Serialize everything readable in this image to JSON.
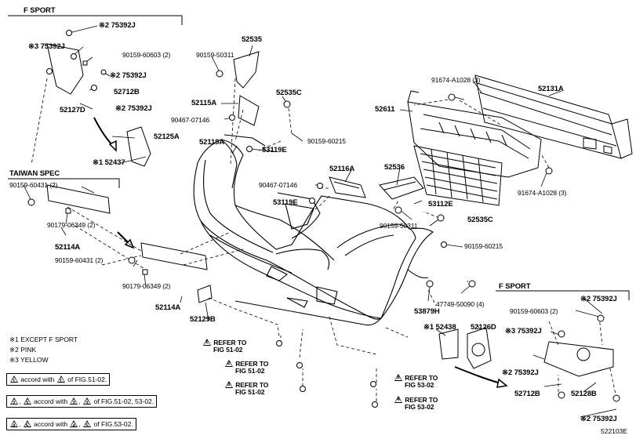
{
  "diagram_code": "522103E",
  "group_labels": {
    "fsport_top": "F SPORT",
    "taiwan": "TAIWAN SPEC",
    "fsport_bottom": "F SPORT"
  },
  "parts": {
    "p75392j_a": "※2 75392J",
    "p75392j_b": "※3 75392J",
    "p90159_60603_a": "90159-60603 (2)",
    "p75392j_c": "※2 75392J",
    "p52712b_a": "52712B",
    "p75392j_d": "※2 75392J",
    "p52127d": "52127D",
    "p52125a": "52125A",
    "p52437": "※1 52437",
    "p52535": "52535",
    "p90159_50311_a": "90159-50311",
    "p52115a": "52115A",
    "p90467_07146_a": "90467-07146",
    "p52535c_a": "52535C",
    "p53119e_a": "53119E",
    "p90159_60215_a": "90159-60215",
    "p52119a": "52119A",
    "p91674_a": "91674-A1028 (3)",
    "p52131a": "52131A",
    "p52611": "52611",
    "p52536": "52536",
    "p52116a": "52116A",
    "p90467_07146_b": "90467-07146",
    "p53119e_b": "53119E",
    "p53112e": "53112E",
    "p91674_b": "91674-A1028 (3)",
    "p90159_50311_b": "90159-50311",
    "p52535c_b": "52535C",
    "p90159_60215_b": "90159-60215",
    "p90159_60431_a": "90159-60431 (2)",
    "p90179_06349_a": "90179-06349 (2)",
    "p52114a_a": "52114A",
    "p90159_60431_b": "90159-60431 (2)",
    "p90179_06349_b": "90179-06349 (2)",
    "p52114a_b": "52114A",
    "p52129b": "52129B",
    "p53879h": "53879H",
    "p47749": "47749-50090 (4)",
    "p52438": "※1 52438",
    "p52126d": "52126D",
    "p90159_60603_b": "90159-60603 (2)",
    "p75392j_e": "※2 75392J",
    "p75392j_f": "※3 75392J",
    "p75392j_g": "※2 75392J",
    "p52712b_b": "52712B",
    "p52128b": "52128B",
    "p75392j_h": "※2 75392J"
  },
  "refers": [
    {
      "num": "1",
      "line1": "REFER TO",
      "line2": "FIG 51-02"
    },
    {
      "num": "2",
      "line1": "REFER TO",
      "line2": "FIG 51-02"
    },
    {
      "num": "3",
      "line1": "REFER TO",
      "line2": "FIG 51-02"
    },
    {
      "num": "5",
      "line1": "REFER TO",
      "line2": "FIG 53-02"
    },
    {
      "num": "4",
      "line1": "REFER TO",
      "line2": "FIG 53-02"
    }
  ],
  "notes": [
    "※1 EXCEPT F SPORT",
    "※2 PINK",
    "※3 YELLOW"
  ],
  "legend": [
    {
      "n1": "1",
      "text_a": "accord with",
      "n2": "1",
      "text_b": "of FIG.51-02."
    },
    {
      "n1": "2",
      "n1b": "3",
      "text_a": "accord with",
      "n2": "2",
      "n2b": "3",
      "text_b": "of FIG.51-02, 53-02."
    },
    {
      "n1": "4",
      "n1b": "5",
      "text_a": "accord with",
      "n2": "4",
      "n2b": "5",
      "text_b": "of FIG.53-02."
    }
  ]
}
